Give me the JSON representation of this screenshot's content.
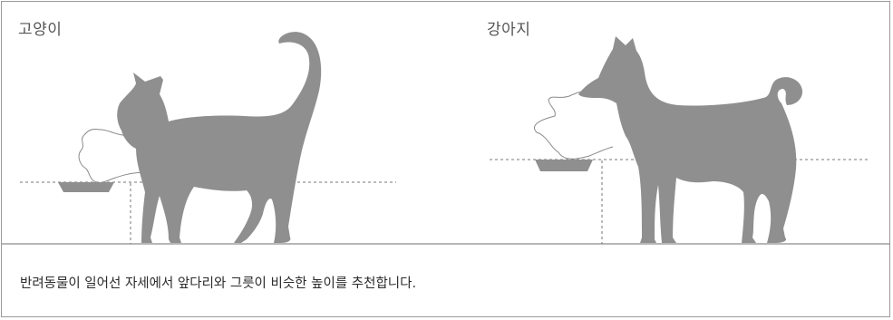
{
  "panels": {
    "cat": {
      "label": "고양이",
      "icon": "cat-silhouette-icon"
    },
    "dog": {
      "label": "강아지",
      "icon": "dog-silhouette-icon"
    }
  },
  "caption": "반려동물이 일어선 자세에서 앞다리와 그릇이 비슷한 높이를 추천합니다.",
  "colors": {
    "silhouette": "#8f8f8f",
    "outline": "#7a7a7a",
    "guide": "#777777",
    "ground": "#8c8c8c",
    "border": "#9a9a9a"
  }
}
